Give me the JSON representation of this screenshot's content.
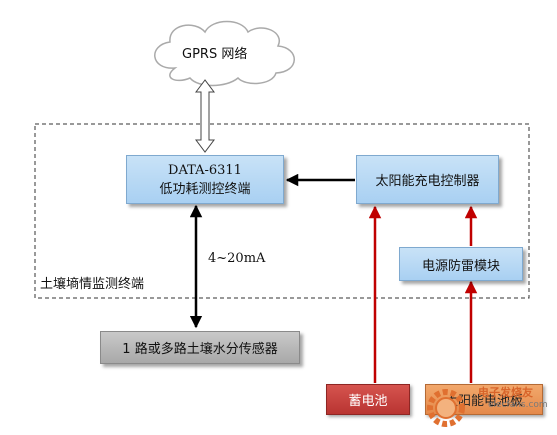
{
  "cloud": {
    "label": "GPRS 网络"
  },
  "terminal": {
    "label": "土壤墒情监测终端"
  },
  "nodes": {
    "data_device": {
      "line1": "DATA-6311",
      "line2": "低功耗测控终端"
    },
    "solar_controller": {
      "label": "太阳能充电控制器"
    },
    "lightning": {
      "label": "电源防雷模块"
    },
    "sensor": {
      "label": "1 路或多路土壤水分传感器"
    },
    "battery": {
      "label": "蓄电池"
    },
    "solar_panel": {
      "label": "太阳能电池板"
    }
  },
  "edges": {
    "signal_label": "4~20mA"
  },
  "watermark": {
    "text": "电子发烧友",
    "url": "elecfans.com"
  },
  "colors": {
    "box_blue": "#b4d6f4",
    "box_grey": "#b8b8b8",
    "battery_red": "#c8403c",
    "panel_orange": "#ec975a",
    "power_line": "#c00000",
    "signal_line": "#000000",
    "watermark": "#e07030"
  }
}
